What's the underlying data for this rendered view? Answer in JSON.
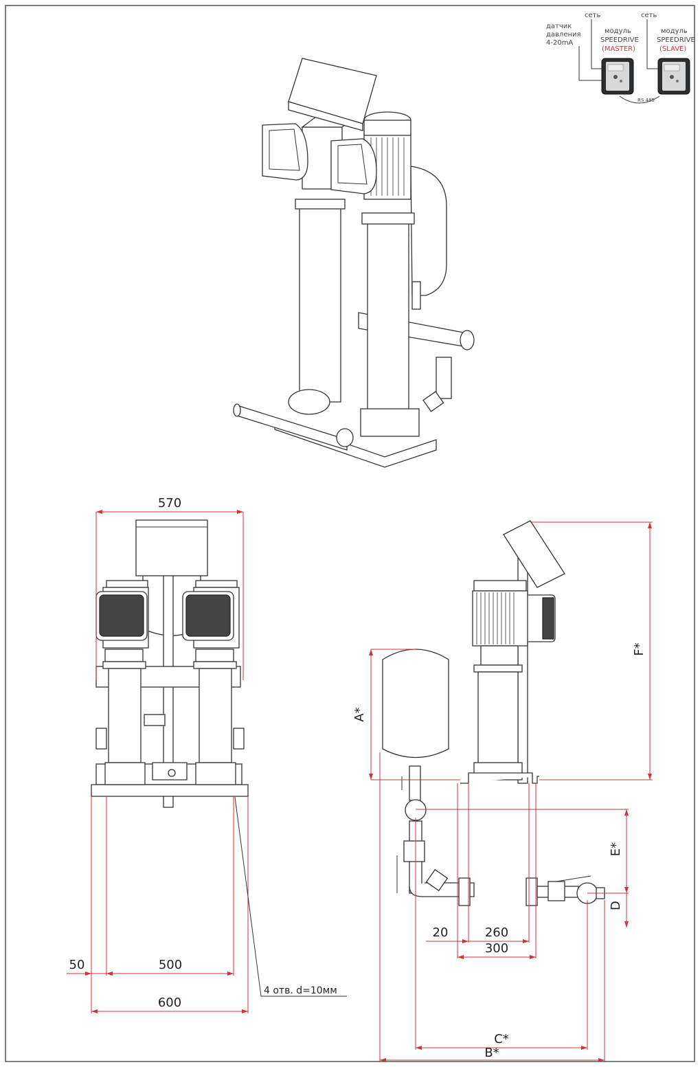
{
  "dimensions": {
    "width_570": "570",
    "width_50": "50",
    "width_500": "500",
    "width_600": "600",
    "holes_note": "4 отв. d=10мм",
    "dim_20": "20",
    "dim_260": "260",
    "dim_300": "300",
    "dim_a": "A*",
    "dim_b": "B*",
    "dim_c": "C*",
    "dim_d": "D",
    "dim_e": "E*",
    "dim_f": "F*"
  },
  "wiring": {
    "sensor_label_line1": "датчик",
    "sensor_label_line2": "давления",
    "sensor_label_line3": "4-20mA",
    "power_master": "сеть",
    "power_slave": "сеть",
    "master_line1": "модуль",
    "master_line2": "SPEEDRIVE",
    "master_line3": "(MASTER)",
    "slave_line1": "модуль",
    "slave_line2": "SPEEDRIVE",
    "slave_line3": "(SLAVE)",
    "bus_label": "RS 485"
  },
  "colors": {
    "dimension_line": "#d2333a",
    "outline": "#333333",
    "module_body": "#2b2e31"
  }
}
